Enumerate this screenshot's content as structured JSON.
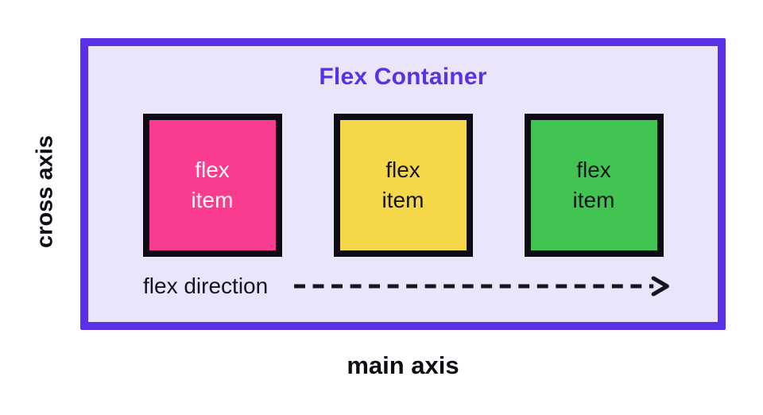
{
  "container": {
    "title": "Flex Container",
    "items": [
      {
        "label": "flex\nitem",
        "background": "#f93c90",
        "text_color": "#fdf6f7"
      },
      {
        "label": "flex\nitem",
        "background": "#f5d84a",
        "text_color": "#16141c"
      },
      {
        "label": "flex\nitem",
        "background": "#41c451",
        "text_color": "#16141c"
      }
    ],
    "flex_direction_label": "flex direction"
  },
  "axis_labels": {
    "cross": "cross axis",
    "main": "main axis"
  },
  "colors": {
    "page_background": "#ffffff",
    "container_border": "#5a31e6",
    "container_background": "#eae5fa",
    "title_text": "#5a31e6",
    "item_border": "#0e0b16",
    "arrow": "#16141c",
    "axis_text": "#0f0c16"
  }
}
